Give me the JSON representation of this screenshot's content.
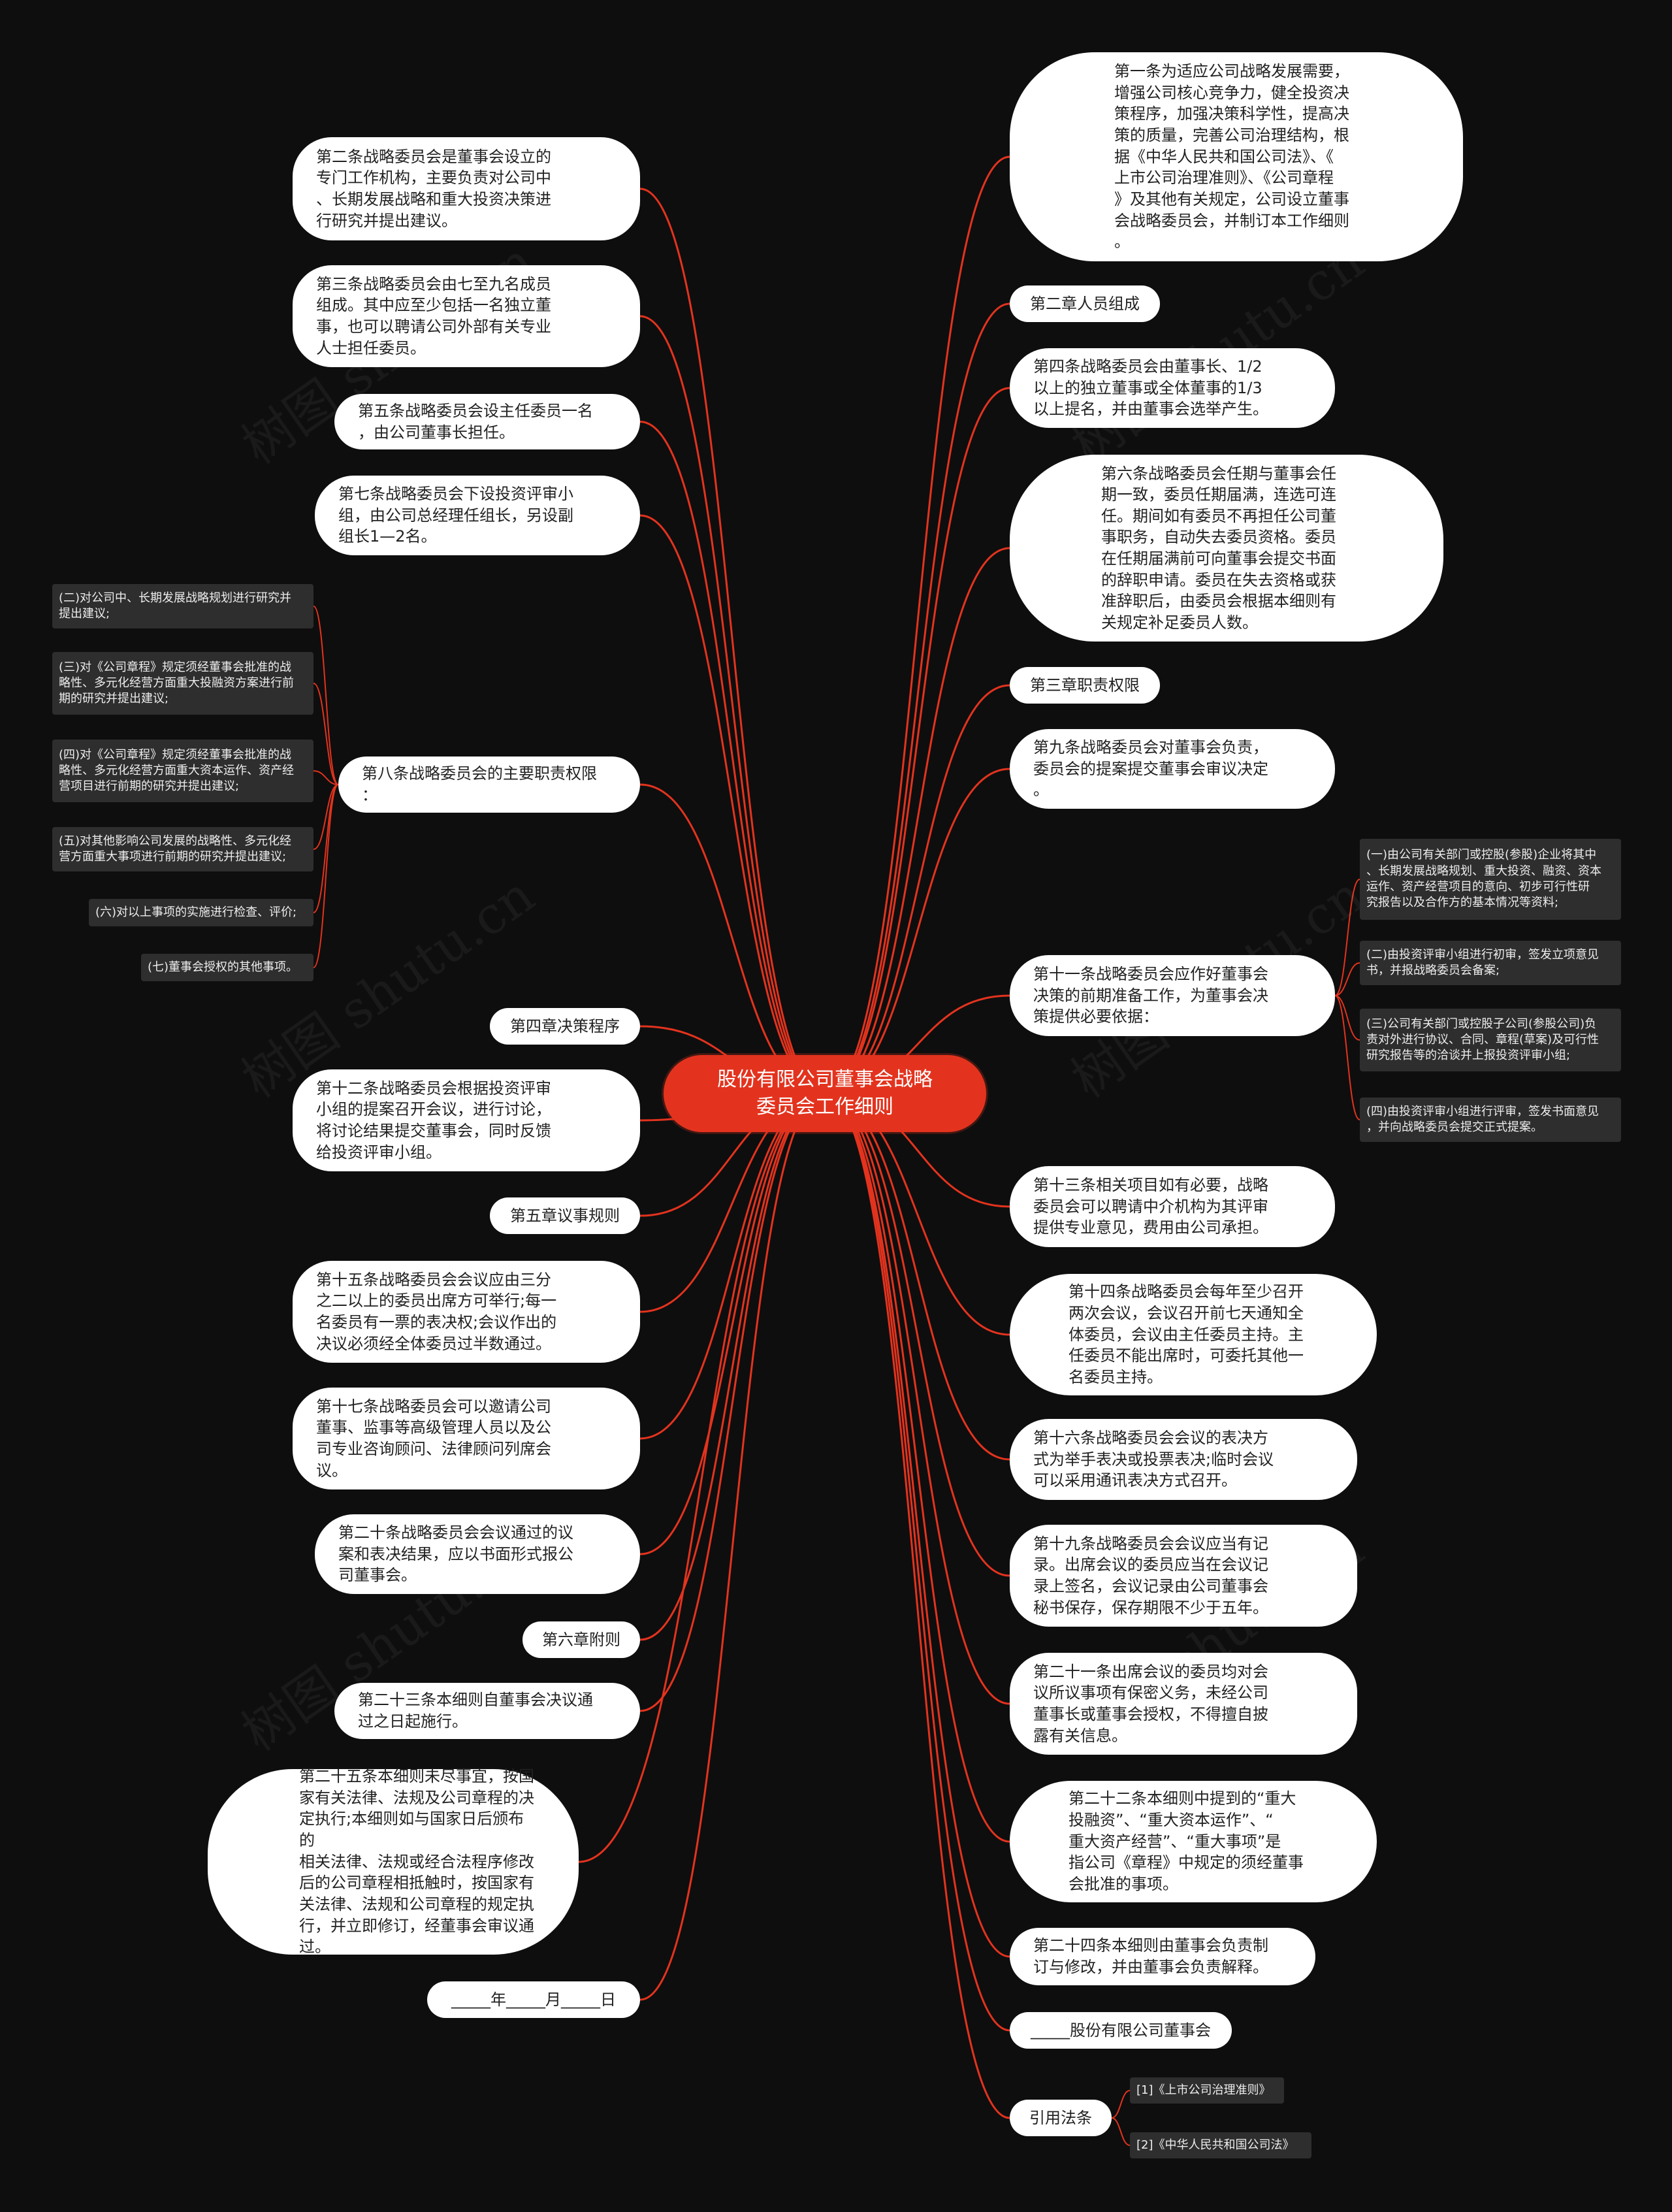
{
  "colors": {
    "background": "#0e0e0e",
    "root": "#e3331e",
    "edge": "#e3331e",
    "node": "#ffffff",
    "leaf": "#2e2e2e"
  },
  "watermark_text": "树图 shutu.cn",
  "root": "股份有限公司董事会战略\n委员会工作细则",
  "left": {
    "art2": "第二条战略委员会是董事会设立的\n专门工作机构，主要负责对公司中\n、长期发展战略和重大投资决策进\n行研究并提出建议。",
    "art3": "第三条战略委员会由七至九名成员\n组成。其中应至少包括一名独立董\n事，也可以聘请公司外部有关专业\n人士担任委员。",
    "art5": "第五条战略委员会设主任委员一名\n，由公司董事长担任。",
    "art7": "第七条战略委员会下设投资评审小\n组，由公司总经理任组长，另设副\n组长1—2名。",
    "art8": "第八条战略委员会的主要职责权限\n：",
    "art8_items": [
      "(二)对公司中、长期发展战略规划进行研究并\n提出建议;",
      "(三)对《公司章程》规定须经董事会批准的战\n略性、多元化经营方面重大投融资方案进行前\n期的研究并提出建议;",
      "(四)对《公司章程》规定须经董事会批准的战\n略性、多元化经营方面重大资本运作、资产经\n营项目进行前期的研究并提出建议;",
      "(五)对其他影响公司发展的战略性、多元化经\n营方面重大事项进行前期的研究并提出建议;",
      "(六)对以上事项的实施进行检查、评价;",
      "(七)董事会授权的其他事项。"
    ],
    "ch4": "第四章决策程序",
    "art12": "第十二条战略委员会根据投资评审\n小组的提案召开会议，进行讨论，\n将讨论结果提交董事会，同时反馈\n给投资评审小组。",
    "ch5": "第五章议事规则",
    "art15": "第十五条战略委员会会议应由三分\n之二以上的委员出席方可举行;每一\n名委员有一票的表决权;会议作出的\n决议必须经全体委员过半数通过。",
    "art17": "第十七条战略委员会可以邀请公司\n董事、监事等高级管理人员以及公\n司专业咨询顾问、法律顾问列席会\n议。",
    "art20": "第二十条战略委员会会议通过的议\n案和表决结果，应以书面形式报公\n司董事会。",
    "ch6": "第六章附则",
    "art23": "第二十三条本细则自董事会决议通\n过之日起施行。",
    "art25": "第二十五条本细则未尽事宜，按国\n家有关法律、法规及公司章程的决\n定执行;本细则如与国家日后颁布的\n相关法律、法规或经合法程序修改\n后的公司章程相抵触时，按国家有\n关法律、法规和公司章程的规定执\n行，并立即修订，经董事会审议通\n过。",
    "date": "_____年_____月_____日"
  },
  "right": {
    "art1": "第一条为适应公司战略发展需要，\n增强公司核心竞争力，健全投资决\n策程序，加强决策科学性，提高决\n策的质量，完善公司治理结构，根\n据《中华人民共和国公司法》、《\n上市公司治理准则》、《公司章程\n》及其他有关规定，公司设立董事\n会战略委员会，并制订本工作细则\n。",
    "ch2": "第二章人员组成",
    "art4": "第四条战略委员会由董事长、1/2\n以上的独立董事或全体董事的1/3\n以上提名，并由董事会选举产生。",
    "art6": "第六条战略委员会任期与董事会任\n期一致，委员任期届满，连选可连\n任。期间如有委员不再担任公司董\n事职务，自动失去委员资格。委员\n在任期届满前可向董事会提交书面\n的辞职申请。委员在失去资格或获\n准辞职后，由委员会根据本细则有\n关规定补足委员人数。",
    "ch3": "第三章职责权限",
    "art9": "第九条战略委员会对董事会负责，\n委员会的提案提交董事会审议决定\n。",
    "art11": "第十一条战略委员会应作好董事会\n决策的前期准备工作，为董事会决\n策提供必要依据：",
    "art11_items": [
      "(一)由公司有关部门或控股(参股)企业将其中\n、长期发展战略规划、重大投资、融资、资本\n运作、资产经营项目的意向、初步可行性研\n究报告以及合作方的基本情况等资料;",
      "(二)由投资评审小组进行初审，签发立项意见\n书，并报战略委员会备案;",
      "(三)公司有关部门或控股子公司(参股公司)负\n责对外进行协议、合同、章程(草案)及可行性\n研究报告等的洽谈并上报投资评审小组;",
      "(四)由投资评审小组进行评审，签发书面意见\n，并向战略委员会提交正式提案。"
    ],
    "art13": "第十三条相关项目如有必要，战略\n委员会可以聘请中介机构为其评审\n提供专业意见，费用由公司承担。",
    "art14": "第十四条战略委员会每年至少召开\n两次会议，会议召开前七天通知全\n体委员，会议由主任委员主持。主\n任委员不能出席时，可委托其他一\n名委员主持。",
    "art16": "第十六条战略委员会会议的表决方\n式为举手表决或投票表决;临时会议\n可以采用通讯表决方式召开。",
    "art19": "第十九条战略委员会会议应当有记\n录。出席会议的委员应当在会议记\n录上签名，会议记录由公司董事会\n秘书保存，保存期限不少于五年。",
    "art21": "第二十一条出席会议的委员均对会\n议所议事项有保密义务，未经公司\n董事长或董事会授权，不得擅自披\n露有关信息。",
    "art22": "第二十二条本细则中提到的“重大\n投融资”、“重大资本运作”、“\n重大资产经营”、“重大事项”是\n指公司《章程》中规定的须经董事\n会批准的事项。",
    "art24": "第二十四条本细则由董事会负责制\n订与修改，并由董事会负责解释。",
    "company": "_____股份有限公司董事会",
    "refs": "引用法条",
    "refs_items": [
      "[1]《上市公司治理准则》",
      "[2]《中华人民共和国公司法》"
    ]
  }
}
